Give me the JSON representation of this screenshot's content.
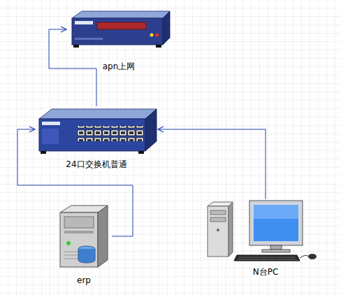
{
  "diagram": {
    "nodes": [
      {
        "text": [
          "apn上网"
        ]
      },
      {
        "text": [
          "24口交换机普通"
        ]
      },
      {
        "text": [
          "erp"
        ]
      },
      {
        "text": [
          "N台PC"
        ]
      }
    ],
    "edges": [
      {
        "from": 1,
        "to": 0,
        "arrow": "to"
      },
      {
        "from": 2,
        "to": 1,
        "arrow": "to"
      },
      {
        "from": 3,
        "to": 1,
        "arrow": "to"
      }
    ]
  }
}
